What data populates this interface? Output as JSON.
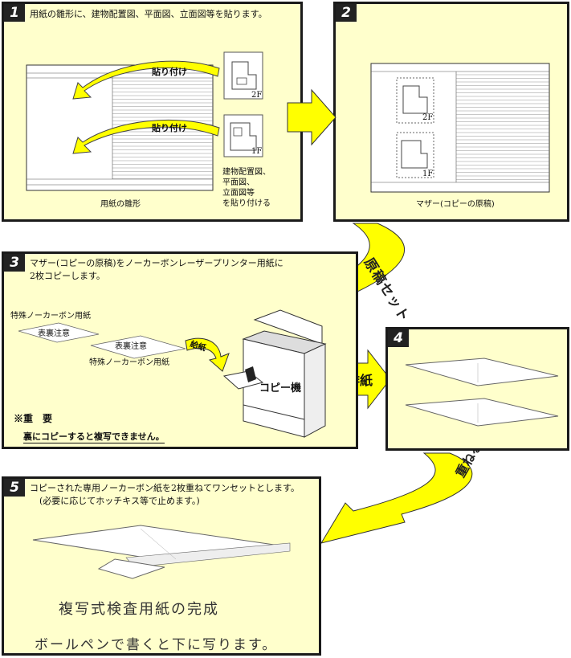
{
  "step1": {
    "number": "1",
    "caption": "用紙の雛形に、建物配置図、平面図、立面図等を貼ります。",
    "paste_label": "貼り付け",
    "template_label": "用紙の雛形",
    "floor_2f": "2F",
    "floor_1f": "1F",
    "note_lines": [
      "建物配置図、",
      "平面図、",
      "立面図等",
      "を貼り付ける"
    ]
  },
  "step2": {
    "number": "2",
    "floor_2f": "2F",
    "floor_1f": "1F",
    "mother_label": "マザー(コピーの原稿)"
  },
  "step3": {
    "number": "3",
    "caption_line1": "マザー(コピーの原稿)をノーカーボンレーザープリンター用紙に",
    "caption_line2": "2枚コピーします。",
    "paper_name_1": "特殊ノーカーボン用紙",
    "front_back_1": "表裏注意",
    "front_back_2": "表裏注意",
    "paper_name_2": "特殊ノーカーボン用紙",
    "feed_label": "給紙",
    "copier_label": "コピー機",
    "important_title": "※重　要",
    "important_text": "裏にコピーすると複写できません。"
  },
  "flow": {
    "original_set": "原稿セット",
    "eject": "排紙",
    "stack": "重ねる"
  },
  "step4": {
    "number": "4"
  },
  "step5": {
    "number": "5",
    "caption_line1": "コピーされた専用ノーカーボン紙を2枚重ねてワンセットとします。",
    "caption_line2": "(必要に応じてホッチキス等で止めます。)",
    "complete_title": "複写式検査用紙の完成",
    "complete_sub": "ボールペンで書くと下に写ります。"
  },
  "colors": {
    "panel_bg": "#ffffcc",
    "arrow_yellow": "#ffff00",
    "dark": "#1a1a1a"
  }
}
